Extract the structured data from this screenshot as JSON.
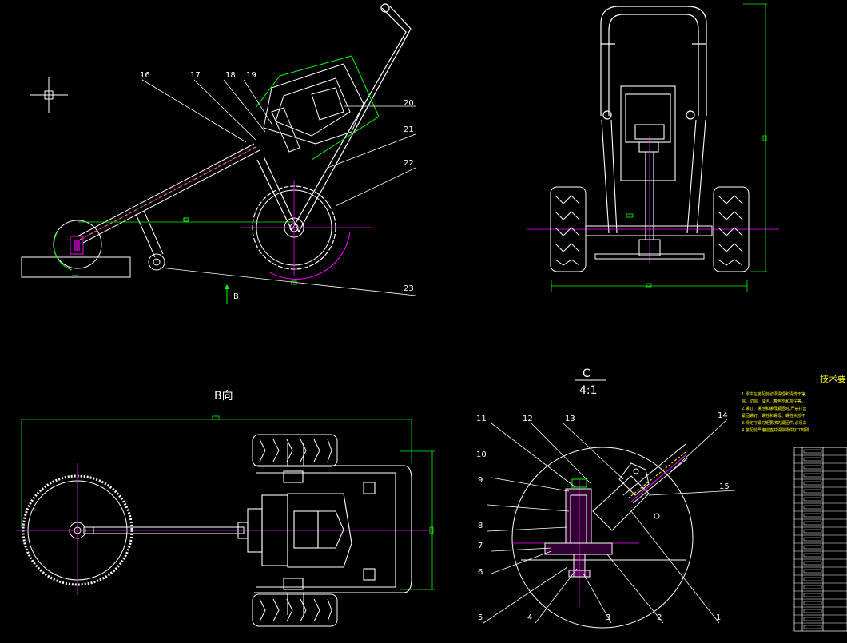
{
  "views": {
    "b_view_title": "B向",
    "section_title": "C",
    "section_scale": "4:1",
    "arrow_label": "B"
  },
  "part_numbers": {
    "p1": "1",
    "p2": "2",
    "p3": "3",
    "p4": "4",
    "p5": "5",
    "p6": "6",
    "p7": "7",
    "p8": "8",
    "p9": "9",
    "p10": "10",
    "p11": "11",
    "p12": "12",
    "p13": "13",
    "p14": "14",
    "p15": "15",
    "p16": "16",
    "p17": "17",
    "p18": "18",
    "p19": "19",
    "p20": "20",
    "p21": "21",
    "p22": "22",
    "p23": "23"
  },
  "technical_requirements": {
    "heading": "技术要",
    "notes": [
      "1.零件在装配前必须清理和清洗干净,",
      "屑、切屑、油污、着色剂和灰尘等。",
      "2.螺钉、螺栓和螺母紧固时,严禁打击",
      "紧固螺钉、螺栓和螺母、螺栓头部不",
      "3.规定拧紧力矩要求的紧固件,必须采",
      "4.装配前严格检查并清除零件加工时残"
    ]
  },
  "colors": {
    "background": "#000000",
    "outline": "#ffffff",
    "dimension": "#00ff00",
    "centerline": "#ff00ff",
    "accent_yellow": "#ffff00"
  }
}
